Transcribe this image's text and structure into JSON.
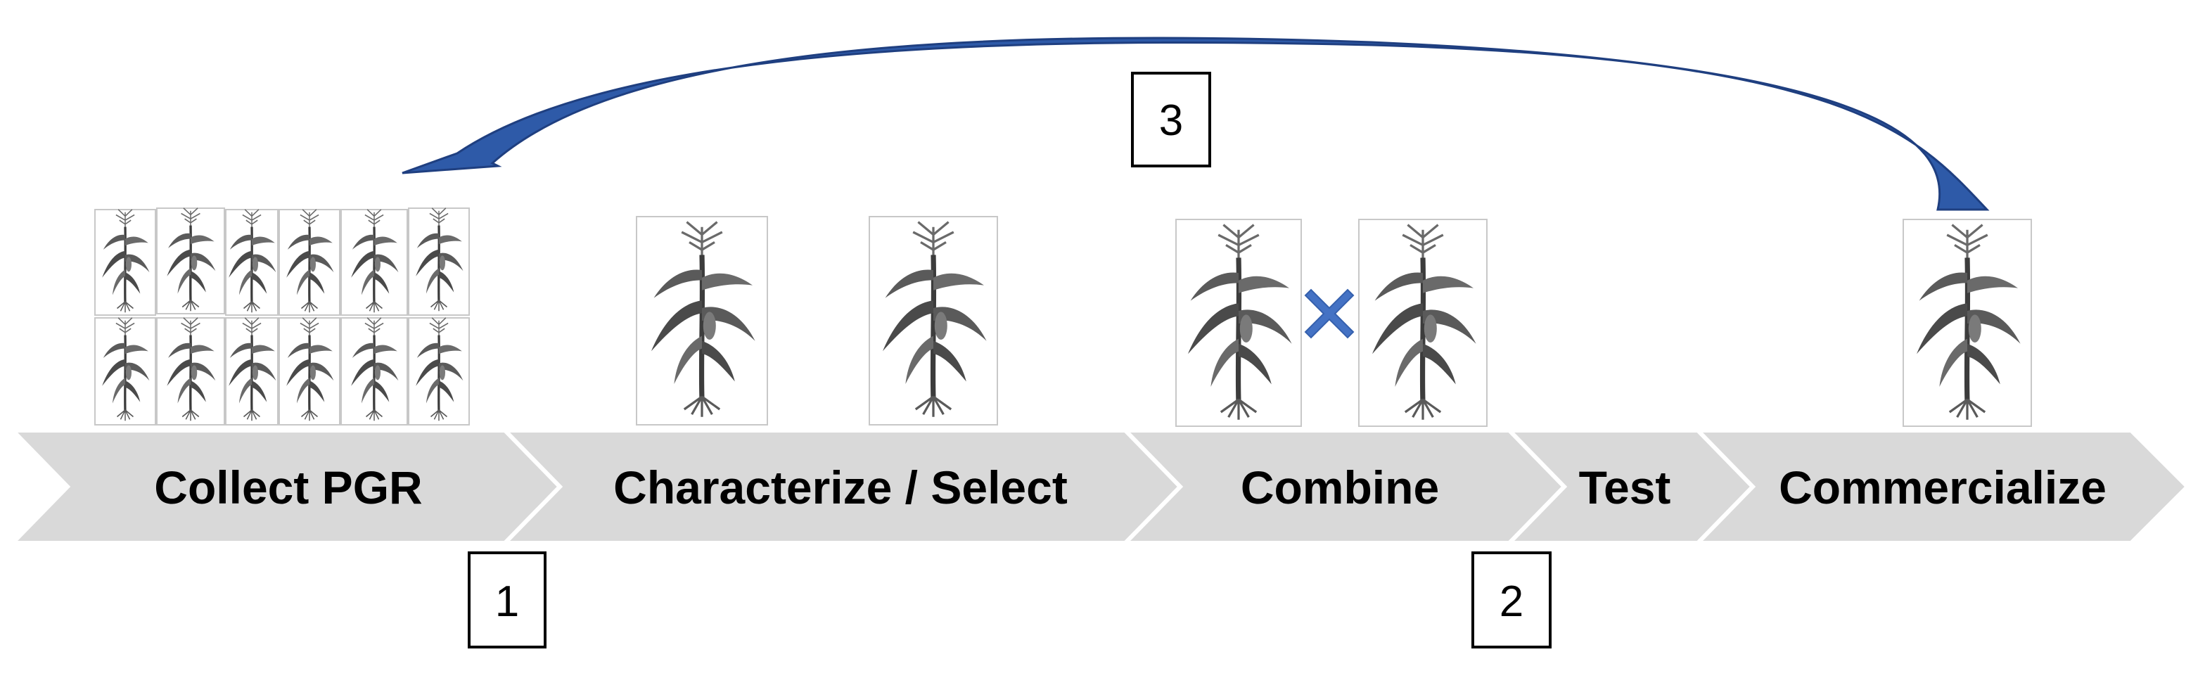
{
  "stages": [
    {
      "id": "collect",
      "label": "Collect PGR"
    },
    {
      "id": "characterize",
      "label": "Characterize / Select"
    },
    {
      "id": "combine",
      "label": "Combine"
    },
    {
      "id": "test",
      "label": "Test"
    },
    {
      "id": "commercialize",
      "label": "Commercialize"
    }
  ],
  "markers": [
    {
      "id": "marker-1",
      "label": "1"
    },
    {
      "id": "marker-2",
      "label": "2"
    },
    {
      "id": "marker-3",
      "label": "3"
    }
  ],
  "icons": {
    "plant": "corn-plant-icon",
    "cross": "cross-multiply-icon",
    "loop": "curved-return-arrow"
  },
  "colors": {
    "stage_fill": "#d9d9d9",
    "arrow_blue": "#2e5aa8",
    "cross_blue": "#4472c4",
    "plant_ink": "#4a4a4a"
  }
}
